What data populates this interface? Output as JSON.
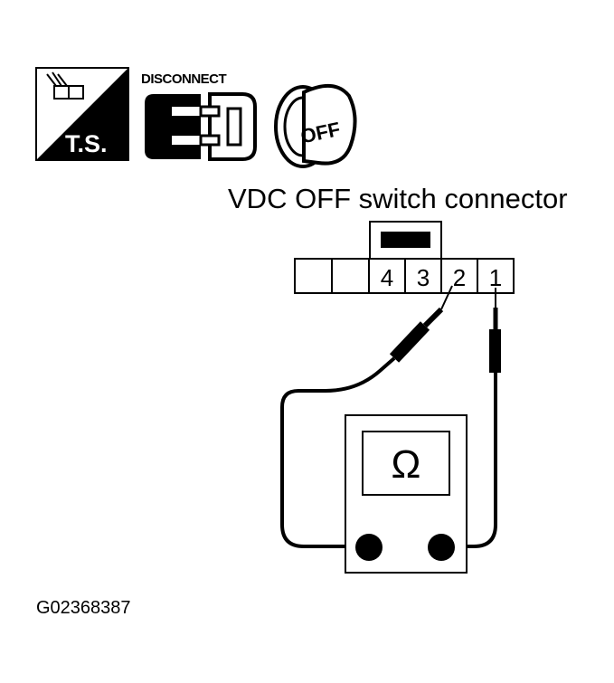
{
  "icons": {
    "test_symbol": {
      "name": "ts-icon",
      "label": "T.S."
    },
    "disconnect": {
      "name": "disconnect-connector-icon",
      "label": "DISCONNECT"
    },
    "ignition": {
      "name": "ignition-key-off-icon",
      "label": "OFF"
    }
  },
  "diagram": {
    "title": "VDC OFF switch connector",
    "connector": {
      "pins": [
        "4",
        "3",
        "2",
        "1"
      ]
    },
    "meter": {
      "symbol": "Ω"
    },
    "figure_id": "G02368387"
  }
}
